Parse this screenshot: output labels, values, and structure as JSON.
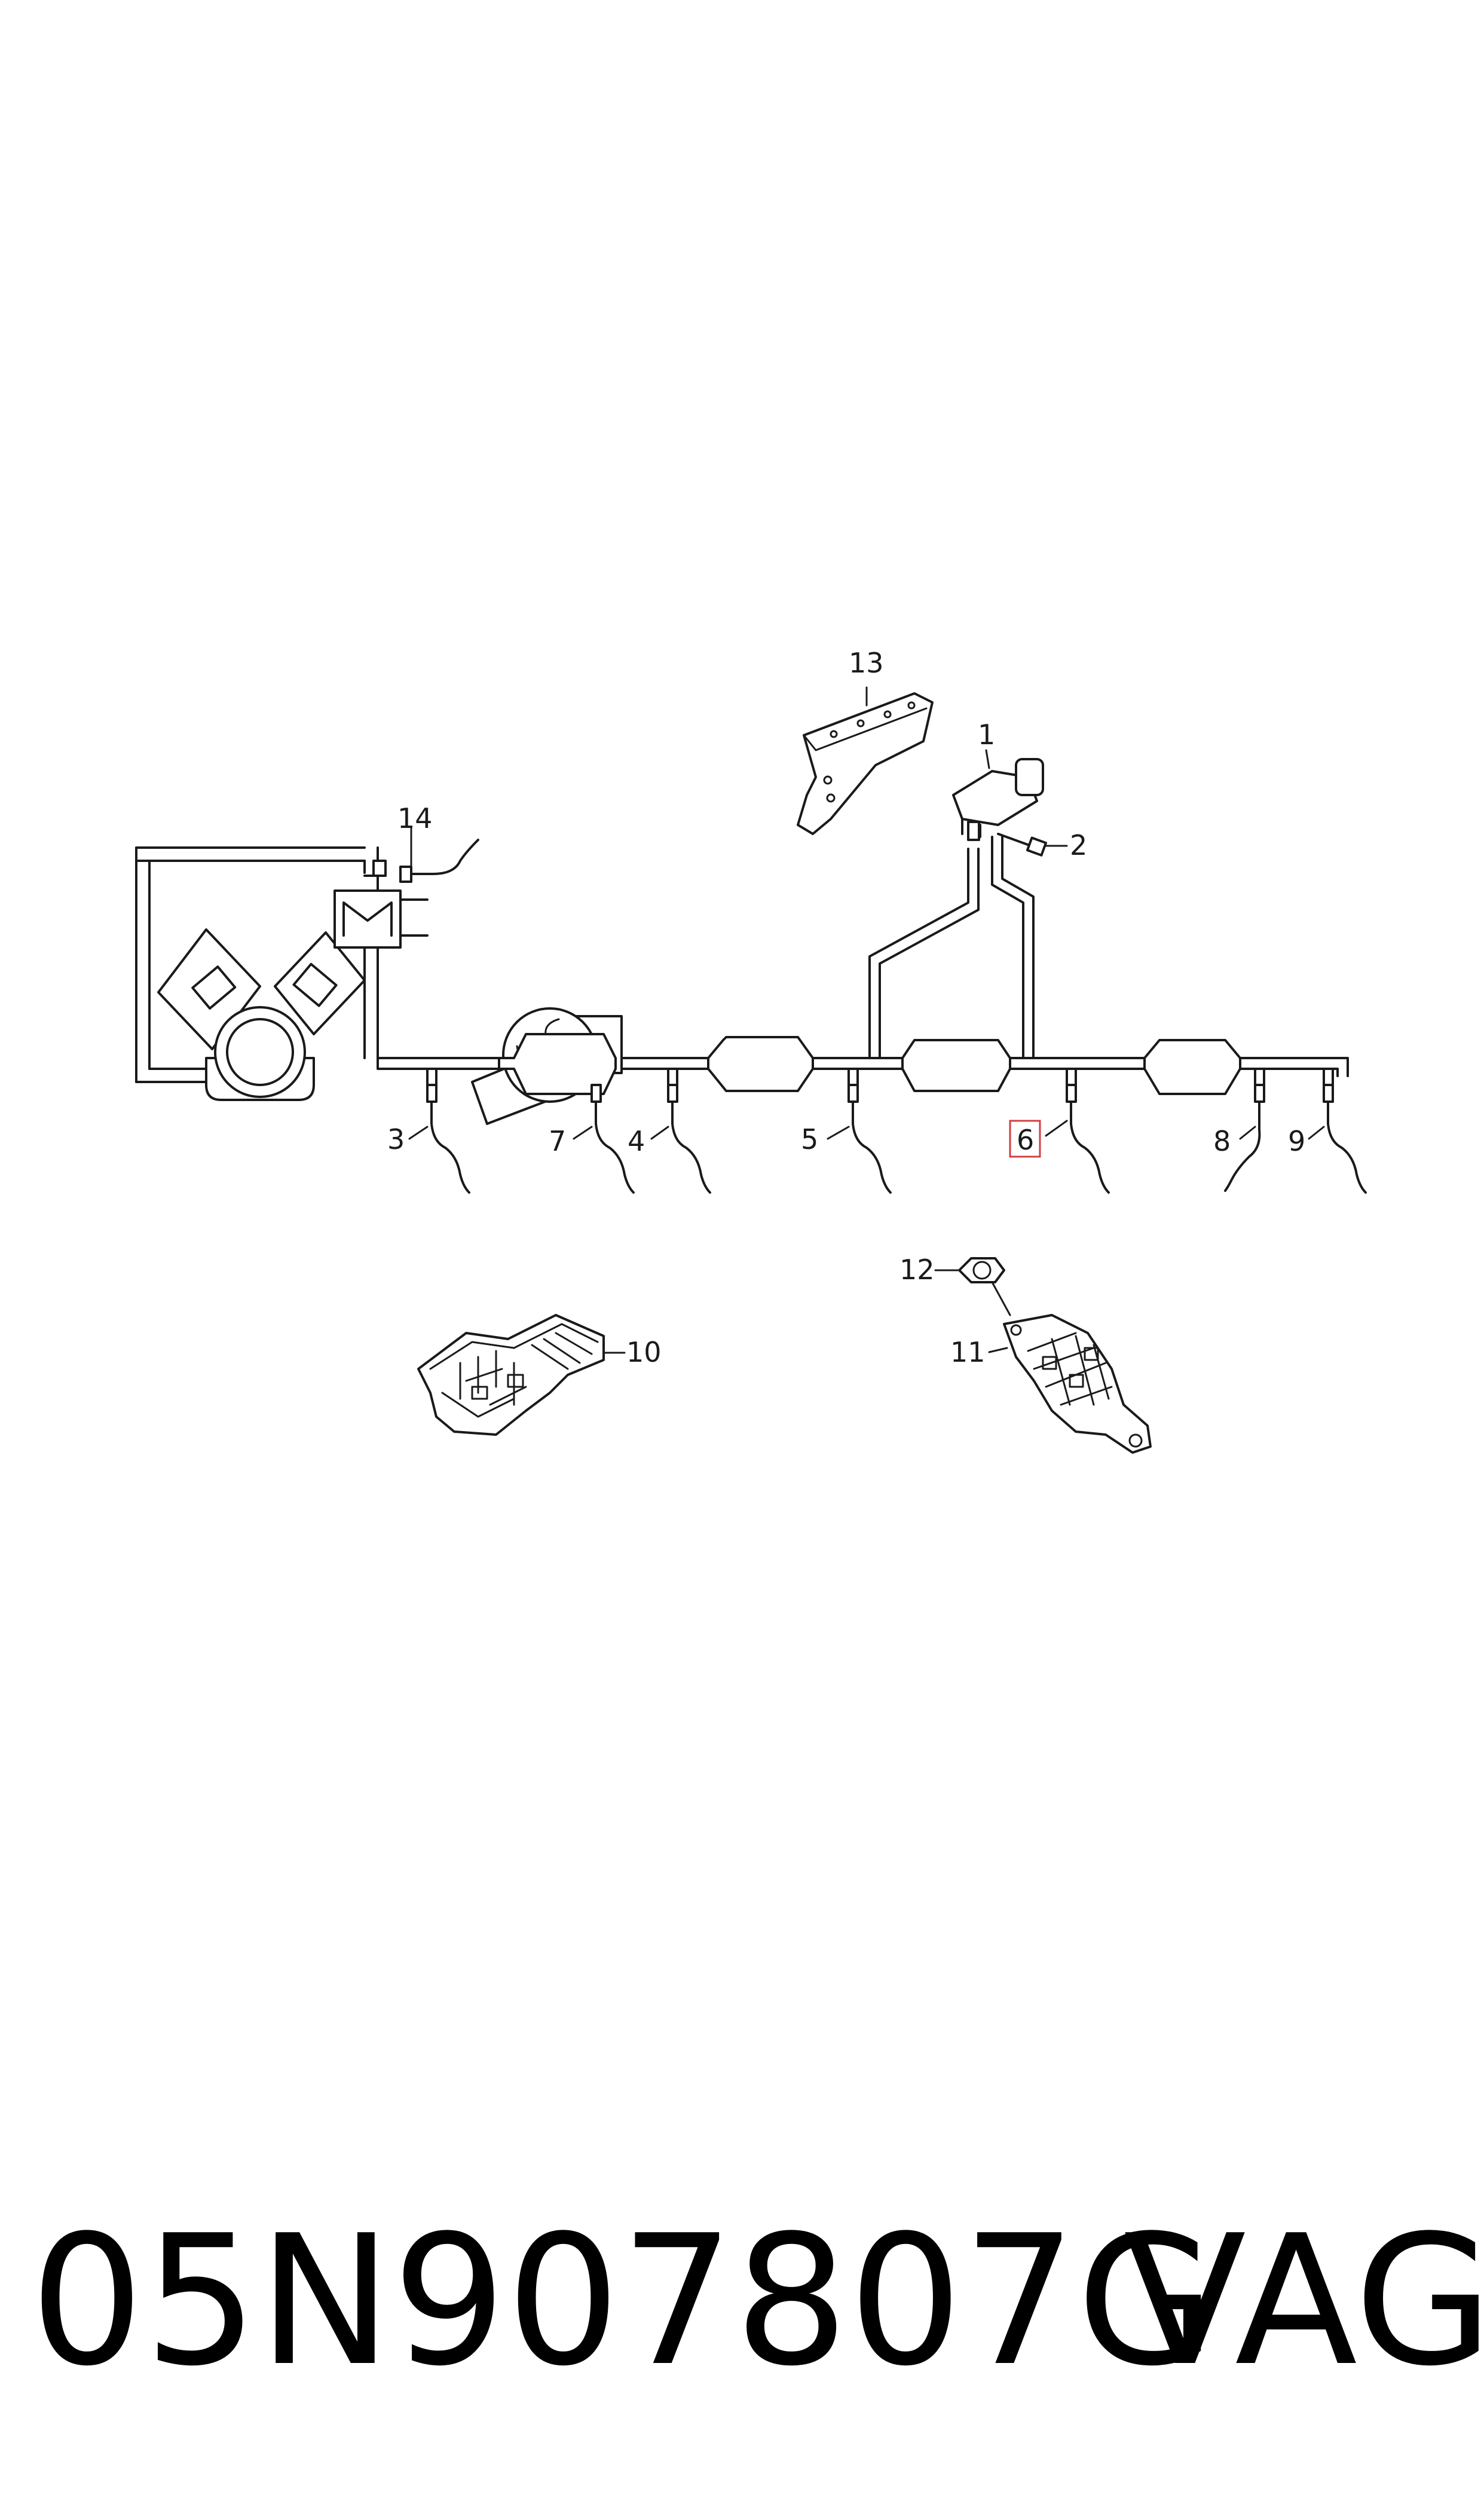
{
  "diagram": {
    "callouts": [
      {
        "id": "1",
        "label": "1"
      },
      {
        "id": "2",
        "label": "2"
      },
      {
        "id": "3",
        "label": "3"
      },
      {
        "id": "4",
        "label": "4"
      },
      {
        "id": "5",
        "label": "5"
      },
      {
        "id": "6",
        "label": "6",
        "highlighted": true
      },
      {
        "id": "7",
        "label": "7"
      },
      {
        "id": "8",
        "label": "8"
      },
      {
        "id": "9",
        "label": "9"
      },
      {
        "id": "10",
        "label": "10"
      },
      {
        "id": "11",
        "label": "11"
      },
      {
        "id": "12",
        "label": "12"
      },
      {
        "id": "13",
        "label": "13"
      },
      {
        "id": "14",
        "label": "14"
      }
    ],
    "highlight_color": "#d04040"
  },
  "footer": {
    "part_number": "05N907807G",
    "brand": "VAG"
  }
}
